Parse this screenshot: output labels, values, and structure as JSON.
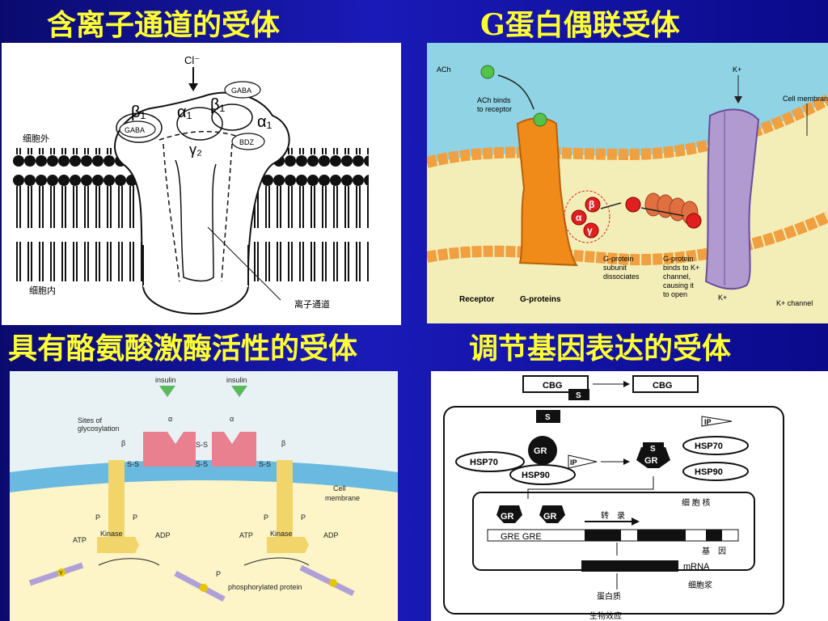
{
  "headings": {
    "top_left": "含离子通道的受体",
    "top_right": "G蛋白偶联受体",
    "bottom_left": "具有酪氨酸激酶活性的受体",
    "bottom_right": "调节基因表达的受体"
  },
  "ion_channel": {
    "cl": "Cl⁻",
    "gaba_top": "GABA",
    "gaba_left": "GABA",
    "beta1_left": "β₁",
    "alpha1_mid": "α₁",
    "beta1_right": "β₁",
    "alpha1_right": "α₁",
    "gamma2": "γ₂",
    "bdz": "BDZ",
    "outside": "细胞外",
    "inside": "细胞内",
    "channel": "离子通道"
  },
  "gpcr": {
    "ach": "ACh",
    "ach_binds": [
      "ACh binds",
      "to receptor"
    ],
    "k_top": "K+",
    "cell_membrane": "Cell membrane",
    "receptor": "Receptor",
    "g_proteins": "G-proteins",
    "dissociates": [
      "G-protein",
      "subunit",
      "dissociates"
    ],
    "binds": [
      "G-protein",
      "binds to K+",
      "channel,",
      "causing it",
      "to open"
    ],
    "k_bottom": "K+",
    "k_channel": "K+ channel",
    "alpha": "α",
    "beta": "β",
    "gamma": "γ"
  },
  "tyrosine": {
    "insulin_left": "insulin",
    "insulin_right": "insulin",
    "sites": [
      "Sites of",
      "glycosylation"
    ],
    "alpha": "α",
    "beta": "β",
    "ss": "S-S",
    "cell_membrane": [
      "Cell",
      "membrane"
    ],
    "p": "P",
    "y": "Y",
    "kinase": "Kinase",
    "atp": "ATP",
    "adp": "ADP",
    "phosphorylated": "phosphorylated protein"
  },
  "gene": {
    "cbg": "CBG",
    "s": "S",
    "gr": "GR",
    "hsp70": "HSP70",
    "hsp90": "HSP90",
    "ip": "IP",
    "nucleus": "细 胞 核",
    "transcription": "转　录",
    "gre": "GRE GRE",
    "gene": "基　因",
    "mrna": "mRNA",
    "cytoplasm": "细胞浆",
    "protein": "蛋白质",
    "effect": "生物效应"
  }
}
